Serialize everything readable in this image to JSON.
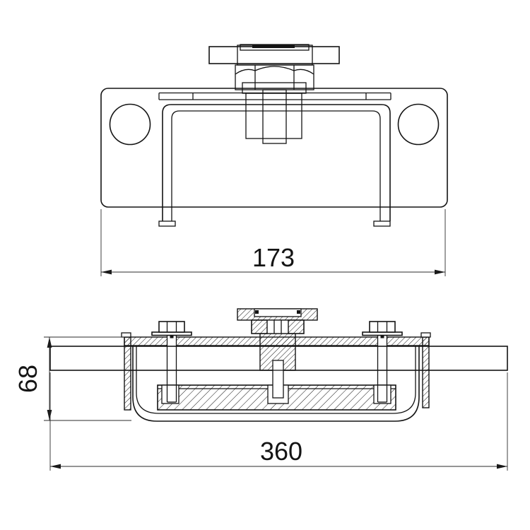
{
  "drawing": {
    "background_color": "#ffffff",
    "line_color": "#141414",
    "dimension_color": "#2b2b2b",
    "views": {
      "front_view": "front view of gate roller bracket",
      "section_view": "sectional side view of bracket on rail"
    },
    "dimensions": {
      "front_width": "173",
      "section_height": "68",
      "section_width": "360"
    }
  }
}
